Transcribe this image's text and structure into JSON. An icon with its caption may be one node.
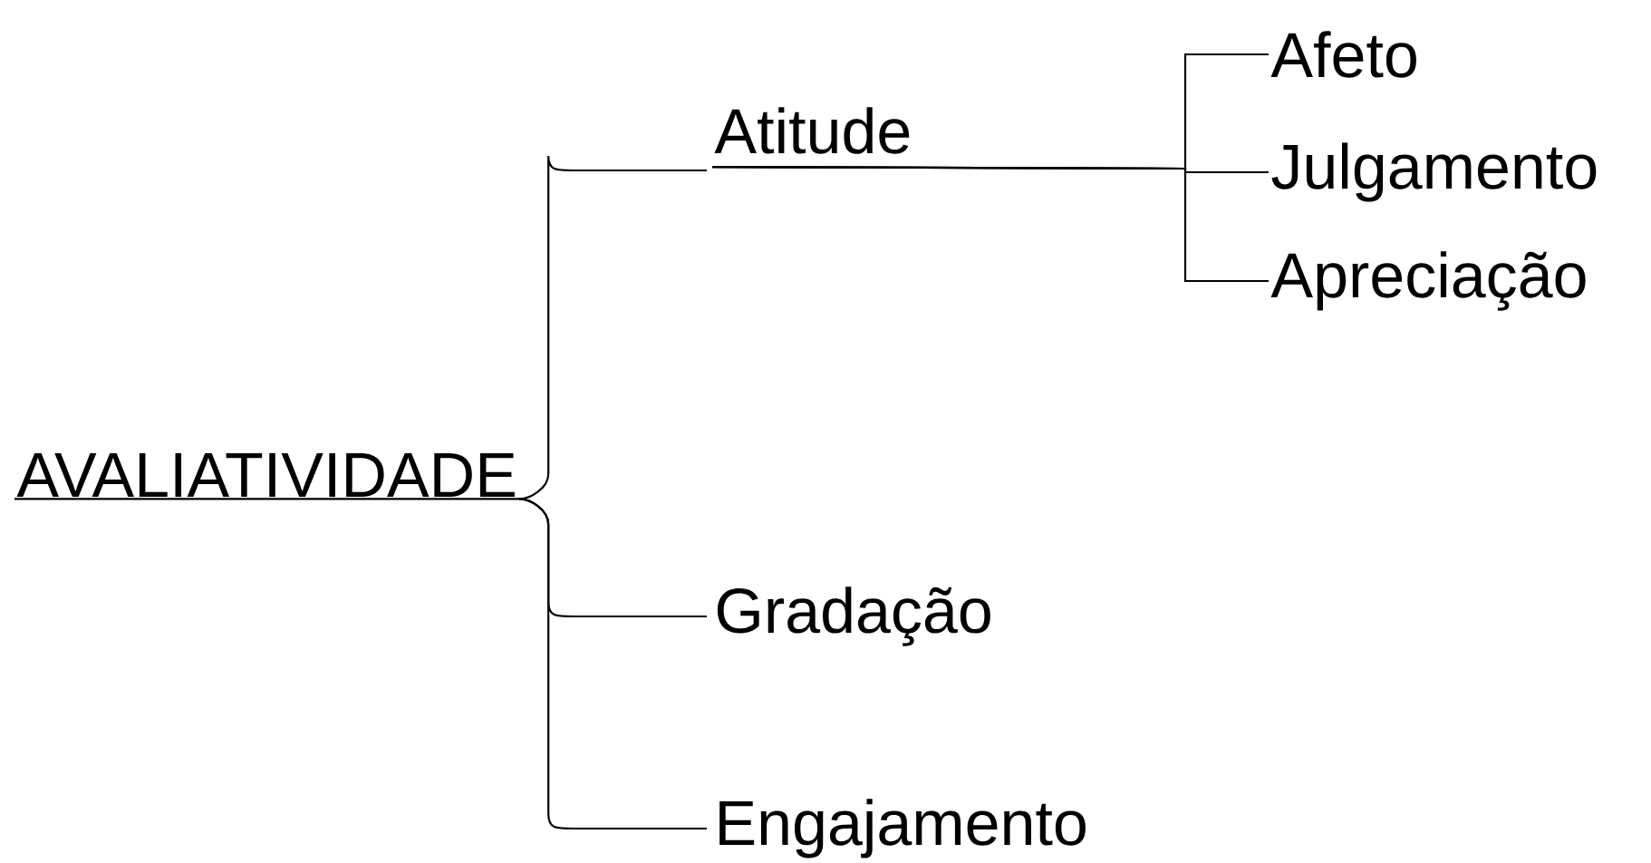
{
  "diagram": {
    "nodes": [
      {
        "text": [
          "AVALIATIVIDADE"
        ]
      },
      {
        "text": [
          "Atitude"
        ]
      },
      {
        "text": [
          "Gradação"
        ]
      },
      {
        "text": [
          "Engajamento"
        ]
      },
      {
        "text": [
          "Afeto"
        ]
      },
      {
        "text": [
          "Julgamento"
        ]
      },
      {
        "text": [
          "Apreciação"
        ]
      }
    ],
    "edges": [
      {
        "from": 0,
        "to": 1,
        "arrow": "none"
      },
      {
        "from": 0,
        "to": 2,
        "arrow": "none"
      },
      {
        "from": 0,
        "to": 3,
        "arrow": "none"
      },
      {
        "from": 1,
        "to": 4,
        "arrow": "none"
      },
      {
        "from": 1,
        "to": 5,
        "arrow": "none"
      },
      {
        "from": 1,
        "to": 6,
        "arrow": "none"
      }
    ]
  }
}
